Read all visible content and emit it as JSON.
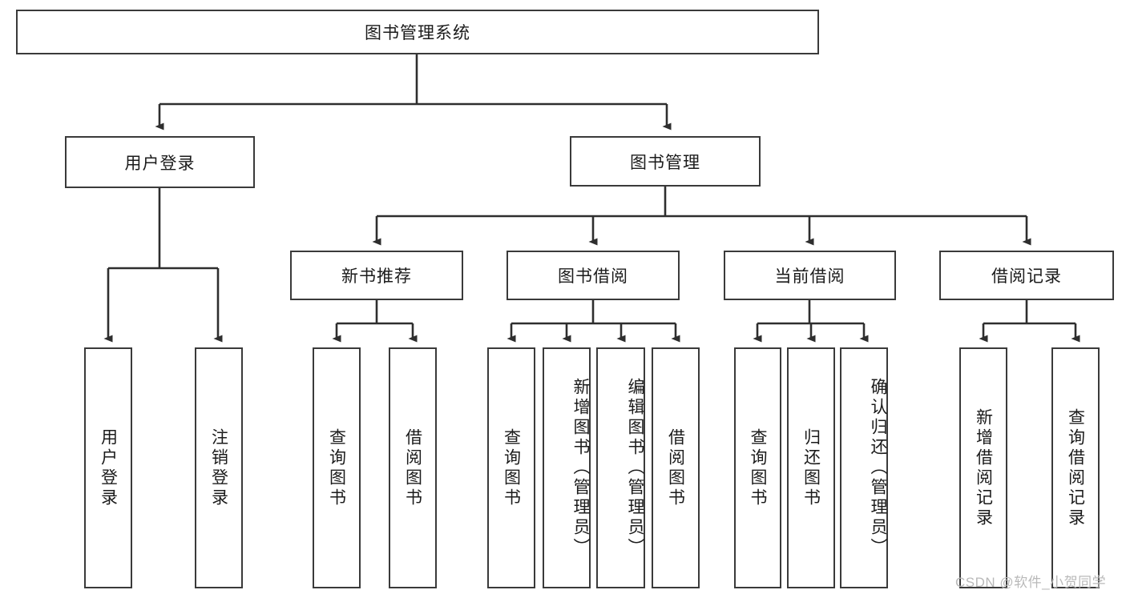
{
  "diagram": {
    "title": "图书管理系统",
    "type": "tree-hierarchy-diagram",
    "root": {
      "label": "图书管理系统"
    },
    "level2": [
      {
        "label": "用户登录"
      },
      {
        "label": "图书管理"
      }
    ],
    "level3": [
      {
        "label": "新书推荐"
      },
      {
        "label": "图书借阅"
      },
      {
        "label": "当前借阅"
      },
      {
        "label": "借阅记录"
      }
    ],
    "leaves": {
      "user_login": [
        {
          "label": "用户登录"
        },
        {
          "label": "注销登录"
        }
      ],
      "new_book_recommend": [
        {
          "label": "查询图书"
        },
        {
          "label": "借阅图书"
        }
      ],
      "book_borrow": [
        {
          "label": "查询图书"
        },
        {
          "label": "新增图书（管理员）"
        },
        {
          "label": "编辑图书（管理员）"
        },
        {
          "label": "借阅图书"
        }
      ],
      "current_borrow": [
        {
          "label": "查询图书"
        },
        {
          "label": "归还图书"
        },
        {
          "label": "确认归还（管理员）"
        }
      ],
      "borrow_record": [
        {
          "label": "新增借阅记录"
        },
        {
          "label": "查询借阅记录"
        }
      ]
    }
  },
  "watermark": {
    "text": "CSDN @软件_小贺同学"
  },
  "colors": {
    "stroke": "#3a3a3a",
    "text": "#1b1b1b",
    "background": "#ffffff",
    "watermark": "#b9b9b9"
  }
}
